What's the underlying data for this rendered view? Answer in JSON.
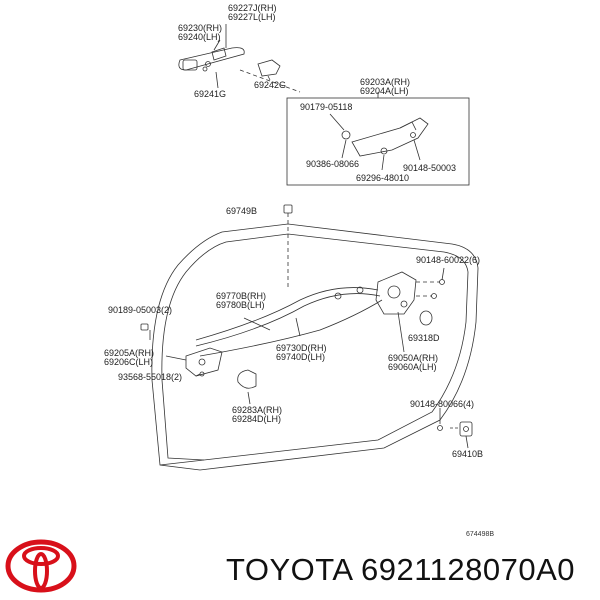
{
  "brand": {
    "name": "TOYOTA",
    "part_number": "6921128070A0",
    "logo_icon": "toyota-logo-icon",
    "logo_color": "#d8101a"
  },
  "diagram": {
    "reference_code": "674498B",
    "labels": {
      "p69227": [
        "69227J(RH)",
        "69227L(LH)"
      ],
      "p69230": [
        "69230(RH)",
        "69240(LH)"
      ],
      "p69242g": [
        "69242G"
      ],
      "p69241g": [
        "69241G"
      ],
      "p69203": [
        "69203A(RH)",
        "69204A(LH)"
      ],
      "p90179": [
        "90179-05118"
      ],
      "p90386": [
        "90386-08066"
      ],
      "p90148_50003": [
        "90148-50003"
      ],
      "p69296": [
        "69296-48010"
      ],
      "p69749b": [
        "69749B"
      ],
      "p90148_60022": [
        "90148-60022(6)"
      ],
      "p69770": [
        "69770B(RH)",
        "69780B(LH)"
      ],
      "p90189": [
        "90189-05003(2)"
      ],
      "p69318d": [
        "69318D"
      ],
      "p69730": [
        "69730D(RH)",
        "69740D(LH)"
      ],
      "p69205": [
        "69205A(RH)",
        "69206C(LH)"
      ],
      "p69050": [
        "69050A(RH)",
        "69060A(LH)"
      ],
      "p93568": [
        "93568-55018(2)"
      ],
      "p90148_80066": [
        "90148-80066(4)"
      ],
      "p69283": [
        "69283A(RH)",
        "69284D(LH)"
      ],
      "p69410b": [
        "69410B"
      ]
    }
  }
}
